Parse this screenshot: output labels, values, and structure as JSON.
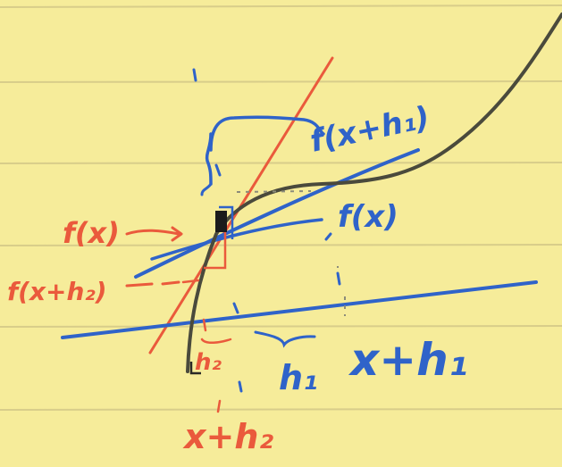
{
  "colors": {
    "paper": "#f6ec9a",
    "rule": "#d8cd8a",
    "curve": "#4a4a3c",
    "blue": "#2f63c9",
    "red": "#ea5a3c",
    "dark": "#1b1b1b"
  },
  "labels": {
    "f_x_red": "f(x)",
    "f_x_h2": "f(x+h₂)",
    "f_x_h1": "f(x+h₁)",
    "f_x_blue": "f(x)",
    "h2": "h₂",
    "h1": "h₁",
    "x_plus_h1": "x+h₁",
    "x_plus_h2": "x+h₂"
  }
}
